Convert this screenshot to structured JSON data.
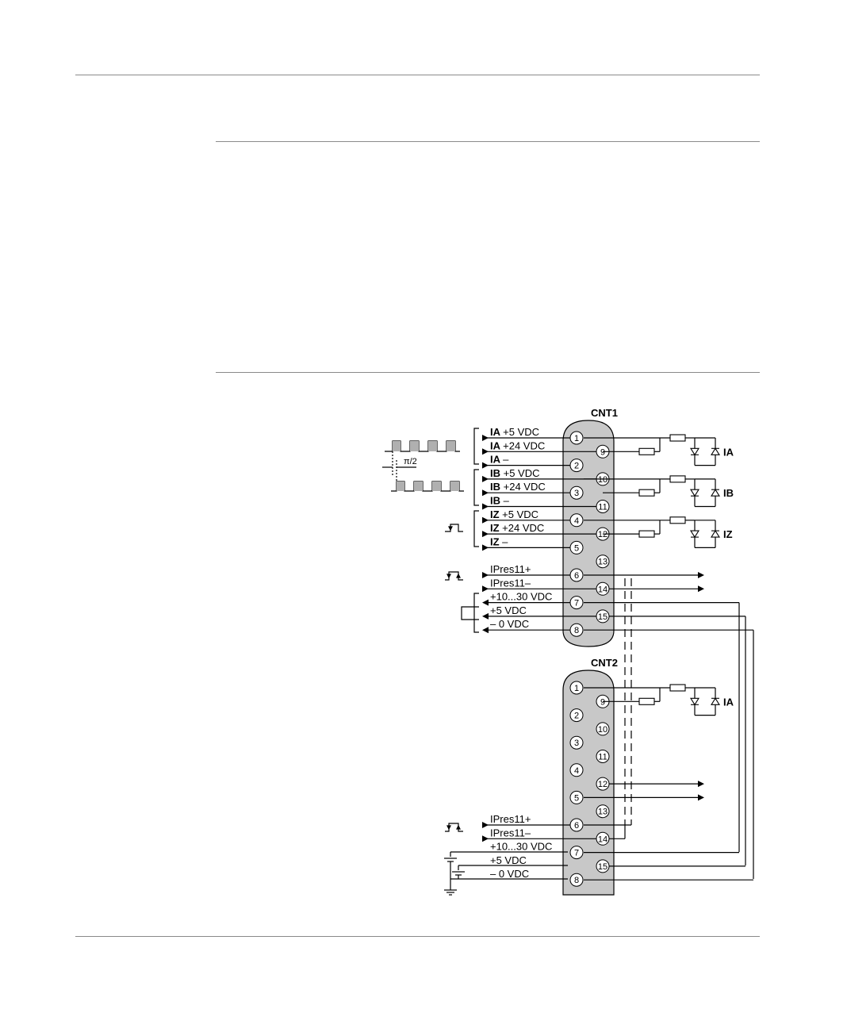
{
  "connectors": [
    {
      "name": "CNT1",
      "signals": [
        {
          "prefix": "IA",
          "text": "+5 VDC",
          "pin": "1"
        },
        {
          "prefix": "IA",
          "text": "+24 VDC",
          "pin": "9"
        },
        {
          "prefix": "IA",
          "text": "–",
          "pin": "2"
        },
        {
          "prefix": "IB",
          "text": "+5 VDC",
          "pin": "10"
        },
        {
          "prefix": "IB",
          "text": "+24 VDC",
          "pin": "3"
        },
        {
          "prefix": "IB",
          "text": "–",
          "pin": "11"
        },
        {
          "prefix": "IZ",
          "text": "+5 VDC",
          "pin": "4"
        },
        {
          "prefix": "IZ",
          "text": "+24 VDC",
          "pin": "12"
        },
        {
          "prefix": "IZ",
          "text": "–",
          "pin": "5"
        },
        {
          "prefix": "",
          "text": "",
          "pin": "13"
        },
        {
          "prefix": "",
          "text": "IPres11+",
          "pin": "6"
        },
        {
          "prefix": "",
          "text": "IPres11–",
          "pin": "14"
        },
        {
          "prefix": "",
          "text": "+10...30 VDC",
          "pin": "7"
        },
        {
          "prefix": "",
          "text": "+5 VDC",
          "pin": "15"
        },
        {
          "prefix": "",
          "text": "– 0 VDC",
          "pin": "8"
        }
      ],
      "channels": [
        "IA",
        "IB",
        "IZ"
      ]
    },
    {
      "name": "CNT2",
      "pins": [
        "1",
        "9",
        "2",
        "10",
        "3",
        "11",
        "4",
        "12",
        "5",
        "13",
        "6",
        "14",
        "7",
        "15",
        "8"
      ],
      "signals": [
        {
          "text": "IPres11+",
          "pin": "6"
        },
        {
          "text": "IPres11–",
          "pin": "14"
        },
        {
          "text": "+10...30 VDC",
          "pin": "7"
        },
        {
          "text": "+5 VDC",
          "pin": "15"
        },
        {
          "text": "– 0 VDC",
          "pin": "8"
        }
      ],
      "channels": [
        "IA"
      ]
    }
  ],
  "phase_label": "π/2"
}
